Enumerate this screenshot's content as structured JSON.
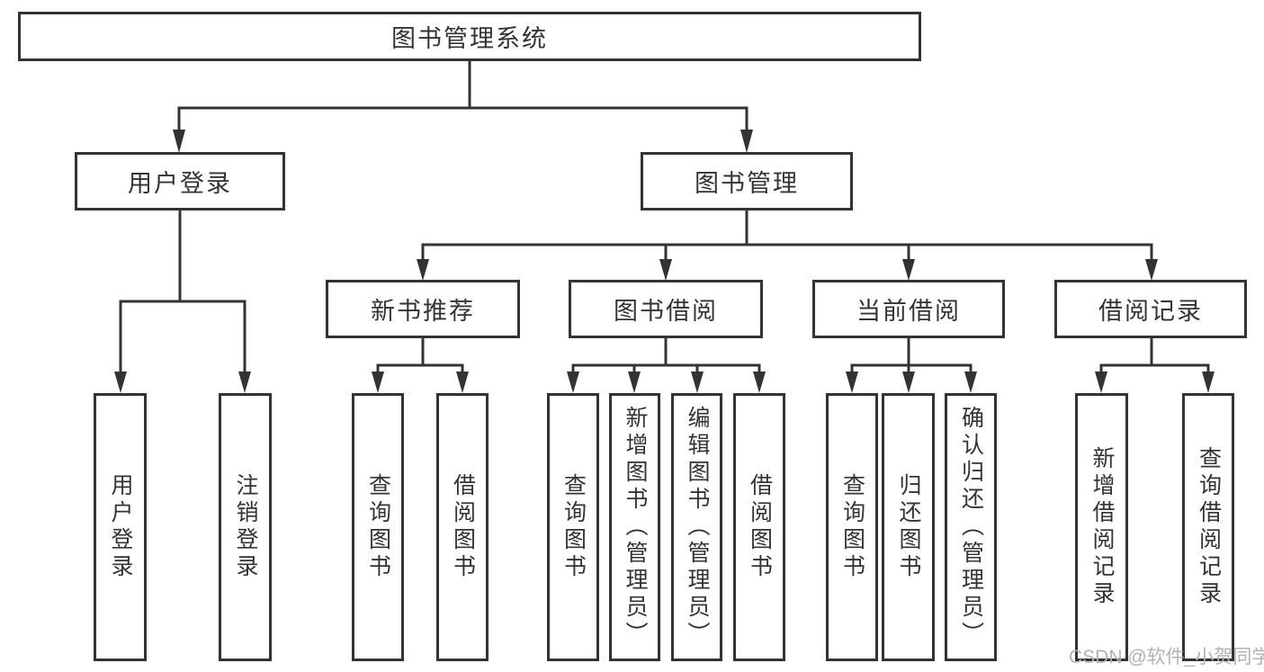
{
  "diagram": {
    "title": "图书管理系统",
    "tree": {
      "root": {
        "label": "图书管理系统"
      },
      "branches": [
        {
          "label": "用户登录",
          "children": [
            {
              "label": "用户登录"
            },
            {
              "label": "注销登录"
            }
          ]
        },
        {
          "label": "图书管理",
          "sections": [
            {
              "label": "新书推荐",
              "children": [
                {
                  "label": "查询图书"
                },
                {
                  "label": "借阅图书"
                }
              ]
            },
            {
              "label": "图书借阅",
              "children": [
                {
                  "label": "查询图书"
                },
                {
                  "label": "新增图书（管理员）"
                },
                {
                  "label": "编辑图书（管理员）"
                },
                {
                  "label": "借阅图书"
                }
              ]
            },
            {
              "label": "当前借阅",
              "children": [
                {
                  "label": "查询图书"
                },
                {
                  "label": "归还图书"
                },
                {
                  "label": "确认归还（管理员）"
                }
              ]
            },
            {
              "label": "借阅记录",
              "children": [
                {
                  "label": "新增借阅记录"
                },
                {
                  "label": "查询借阅记录"
                }
              ]
            }
          ]
        }
      ]
    },
    "colors": {
      "line": "#333333",
      "text": "#333333",
      "background": "#ffffff",
      "watermark": "#b2b2b2"
    },
    "watermark": {
      "text": "CSDN @软件_小贺同学"
    }
  }
}
